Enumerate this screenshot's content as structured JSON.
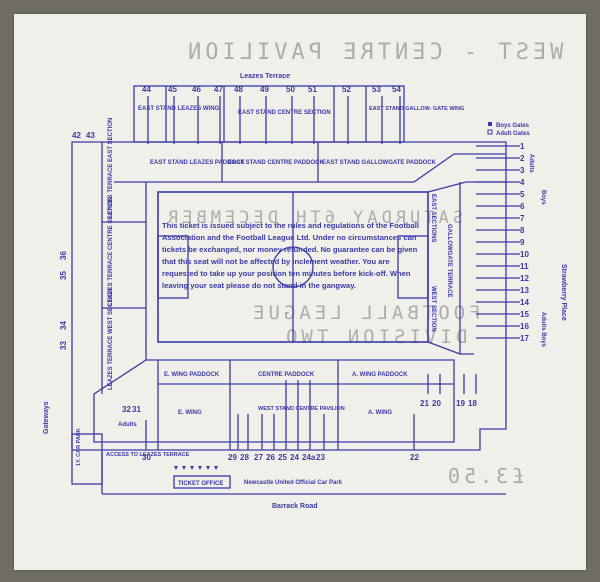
{
  "ticket": {
    "ink_color": "#3a3aa8",
    "paper_color": "#f0efea",
    "background_color": "#6f6c66",
    "bleed_through": {
      "stand": "WEST - CENTRE PAVILION",
      "date_line": "SATURDAY 6TH DECEMBER",
      "league_line": "FOOTBALL LEAGUE",
      "division_line": "DIVISION TWO",
      "price": "£3.50"
    },
    "roads": {
      "top": "Leazes Terrace",
      "bottom": "Barrack Road",
      "right": "Strawberry Place",
      "left": "Gateways"
    },
    "legend": {
      "boys": "Boys Gates",
      "adults": "Adult Gates"
    },
    "stands": {
      "east_leazes_wing": "EAST STAND LEAZES WING",
      "east_centre": "EAST STAND CENTRE SECTION",
      "east_gallowgate_wing": "EAST STAND GALLOW- GATE WING",
      "east_leazes_paddock": "EAST STAND LEAZES PADDOCK",
      "east_centre_paddock": "EAST STAND CENTRE PADDOCK",
      "east_gallowgate_paddock": "EAST STAND GALLOWGATE PADDOCK",
      "leazes_east": "LEAZES TERRACE EAST SECTION",
      "leazes_centre": "LEAZES TERRACE CENTRE SECTION",
      "leazes_west": "LEAZES TERRACE WEST SECTION",
      "east_sections": "EAST SECTIONS",
      "gallowgate_terrace": "GALLOWGATE TERRACE",
      "west_section": "WEST SECTION",
      "e_wing_paddock": "E. WING PADDOCK",
      "centre_paddock": "CENTRE PADDOCK",
      "a_wing_paddock": "A. WING PADDOCK",
      "e_wing": "E. WING",
      "west_stand": "WEST STAND CENTRE PAVILION",
      "a_wing": "A. WING"
    },
    "places": {
      "car_park_small": "1Y. CAR PARK",
      "access": "ACCESS TO LEAZES TERRACE",
      "ticket_office": "TICKET OFFICE",
      "official_car_park": "Newcastle United Official Car Park"
    },
    "gates": {
      "top": [
        "44",
        "45",
        "46",
        "47",
        "48",
        "49",
        "50",
        "51",
        "52",
        "53",
        "54"
      ],
      "top_left": [
        "42",
        "43"
      ],
      "left_upper": [
        "35",
        "36"
      ],
      "left_lower": [
        "33",
        "34"
      ],
      "adults_left": [
        "32",
        "31"
      ],
      "bottom": [
        "30",
        "29",
        "28",
        "27",
        "26",
        "25",
        "24",
        "24a",
        "23",
        "22"
      ],
      "bottom_right": [
        "21",
        "20",
        "19",
        "18"
      ],
      "right": [
        "1",
        "2",
        "3",
        "4",
        "5",
        "6",
        "7",
        "8",
        "9",
        "10",
        "11",
        "12",
        "13",
        "14",
        "15",
        "16",
        "17"
      ]
    },
    "gate_labels": {
      "adults": "Adults",
      "boys": "Boys",
      "adults_boys": "Adults Boys"
    },
    "notice": "This ticket is issued subject to the rules and regulations of the Football Association and the Football League Ltd. Under no circumstances can tickets be exchanged, nor money refunded. No guarantee can be given that this seat will not be affected by inclement weather. You are requested to take up your position ten minutes before kick-off. When leaving your seat please do not stand in the gangway."
  }
}
